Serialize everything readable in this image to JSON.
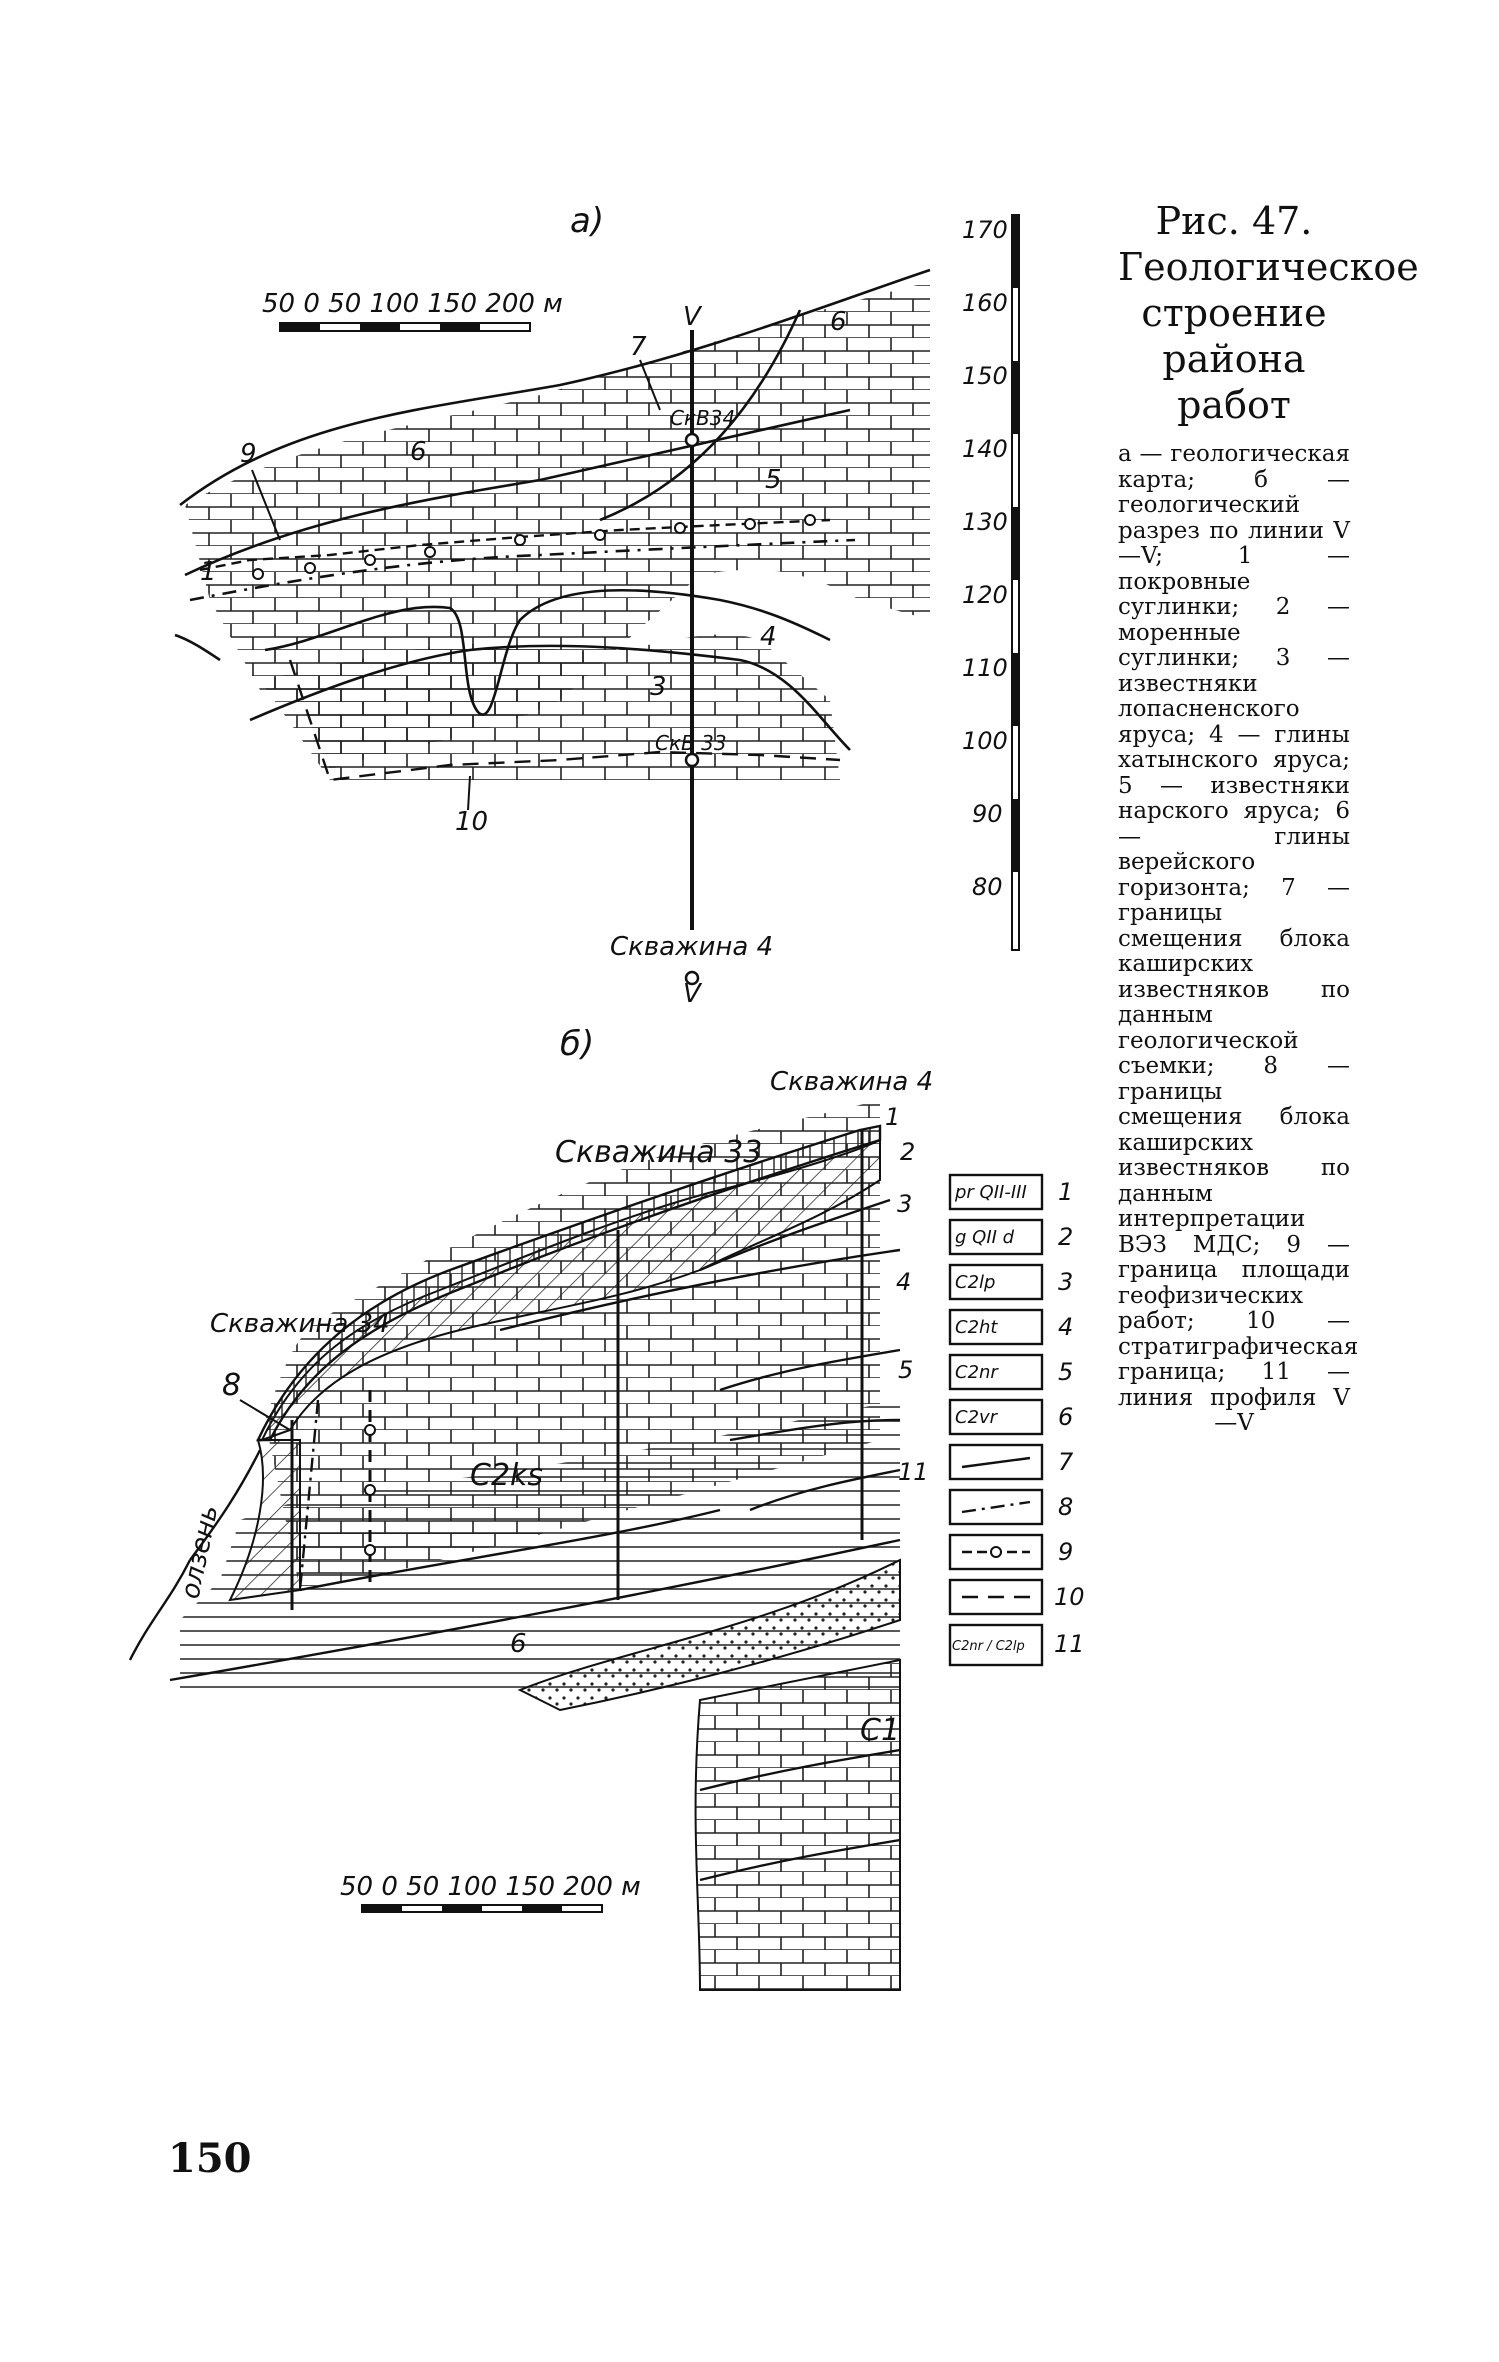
{
  "caption": {
    "title": "Рис. 47. Геологическое строение района работ",
    "body": "а — геологическая карта; б — геологический разрез по линии V—V; 1 — покровные суглинки; 2 — моренные суглинки; 3 — известняки лопасненского яруса; 4 — глины хатынского яруса; 5 — известняки нарского яруса; 6 — глины верейского горизонта; 7 — границы смещения блока каширских известняков по данным геологической съемки; 8 — границы смещения блока каширских известняков по данным интерпретации ВЭЗ МДС; 9 — граница площади геофизических работ; 10 — стратиграфическая граница; 11 — линия профиля V—V"
  },
  "map": {
    "label": "а)",
    "scale": "50  0   50  100  150 200 м",
    "profile_top": "V",
    "profile_bottom": "V",
    "well_top": "СкВ34",
    "well_mid": "СкВ 33",
    "well_bottom": "Скважина 4",
    "areas": [
      "1",
      "3",
      "4",
      "5",
      "6",
      "6",
      "7",
      "9",
      "10"
    ]
  },
  "elevation_axis": {
    "ticks": [
      "170",
      "160",
      "150",
      "140",
      "130",
      "120",
      "110",
      "100",
      "90",
      "80"
    ]
  },
  "section": {
    "label": "б)",
    "well_4": "Скважина 4",
    "well_33": "Скважина 33",
    "well_34": "Скважина 34",
    "mark_8": "8",
    "layer_c2ks": "C2ks",
    "layer_6": "6",
    "layer_c1": "C1",
    "side_text": "олзень",
    "edge_numbers": [
      "1",
      "2",
      "3",
      "4",
      "5",
      "11"
    ],
    "scale": "50  0   50  100  150  200 м"
  },
  "legend": {
    "items": [
      {
        "symbol": "pr QII-III",
        "num": "1"
      },
      {
        "symbol": "g QII d",
        "num": "2"
      },
      {
        "symbol": "C2lp",
        "num": "3"
      },
      {
        "symbol": "C2ht",
        "num": "4"
      },
      {
        "symbol": "C2nr",
        "num": "5"
      },
      {
        "symbol": "C2vr",
        "num": "6"
      },
      {
        "symbol": "",
        "num": "7"
      },
      {
        "symbol": "",
        "num": "8"
      },
      {
        "symbol": "",
        "num": "9"
      },
      {
        "symbol": "",
        "num": "10"
      },
      {
        "symbol": "C2nr / C2lp",
        "num": "11"
      }
    ]
  },
  "page_number": "150"
}
